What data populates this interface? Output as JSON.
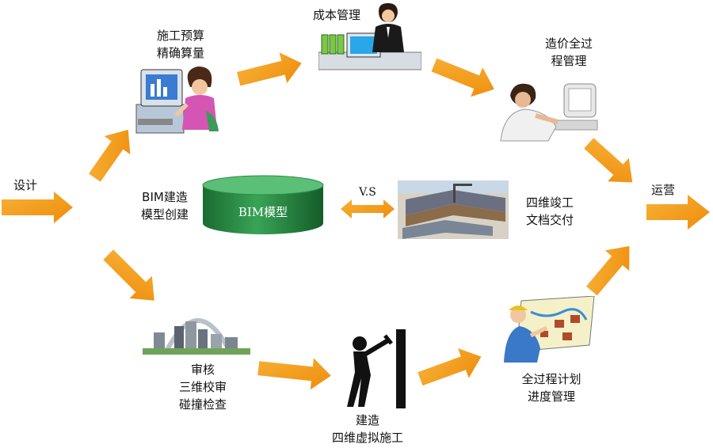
{
  "nodes": {
    "design": "设计",
    "operation": "运营",
    "budget": [
      "施工预算",
      "精确算量"
    ],
    "cost": "成本管理",
    "cost_full": [
      "造价全过",
      "程管理"
    ],
    "bim_create": [
      "BIM建造",
      "模型创建"
    ],
    "bim_model": "BIM模型",
    "vs": "V.S",
    "completion": [
      "四维竣工",
      "文档交付"
    ],
    "review": [
      "审核",
      "三维校审",
      "碰撞检查"
    ],
    "virtual_build": [
      "建造",
      "四维虚拟施工"
    ],
    "schedule": [
      "全过程计划",
      "进度管理"
    ]
  },
  "colors": {
    "arrow": "#f39a14",
    "cylinder_top": "#4fb06a",
    "cylinder_body": "#1f7a3a"
  }
}
